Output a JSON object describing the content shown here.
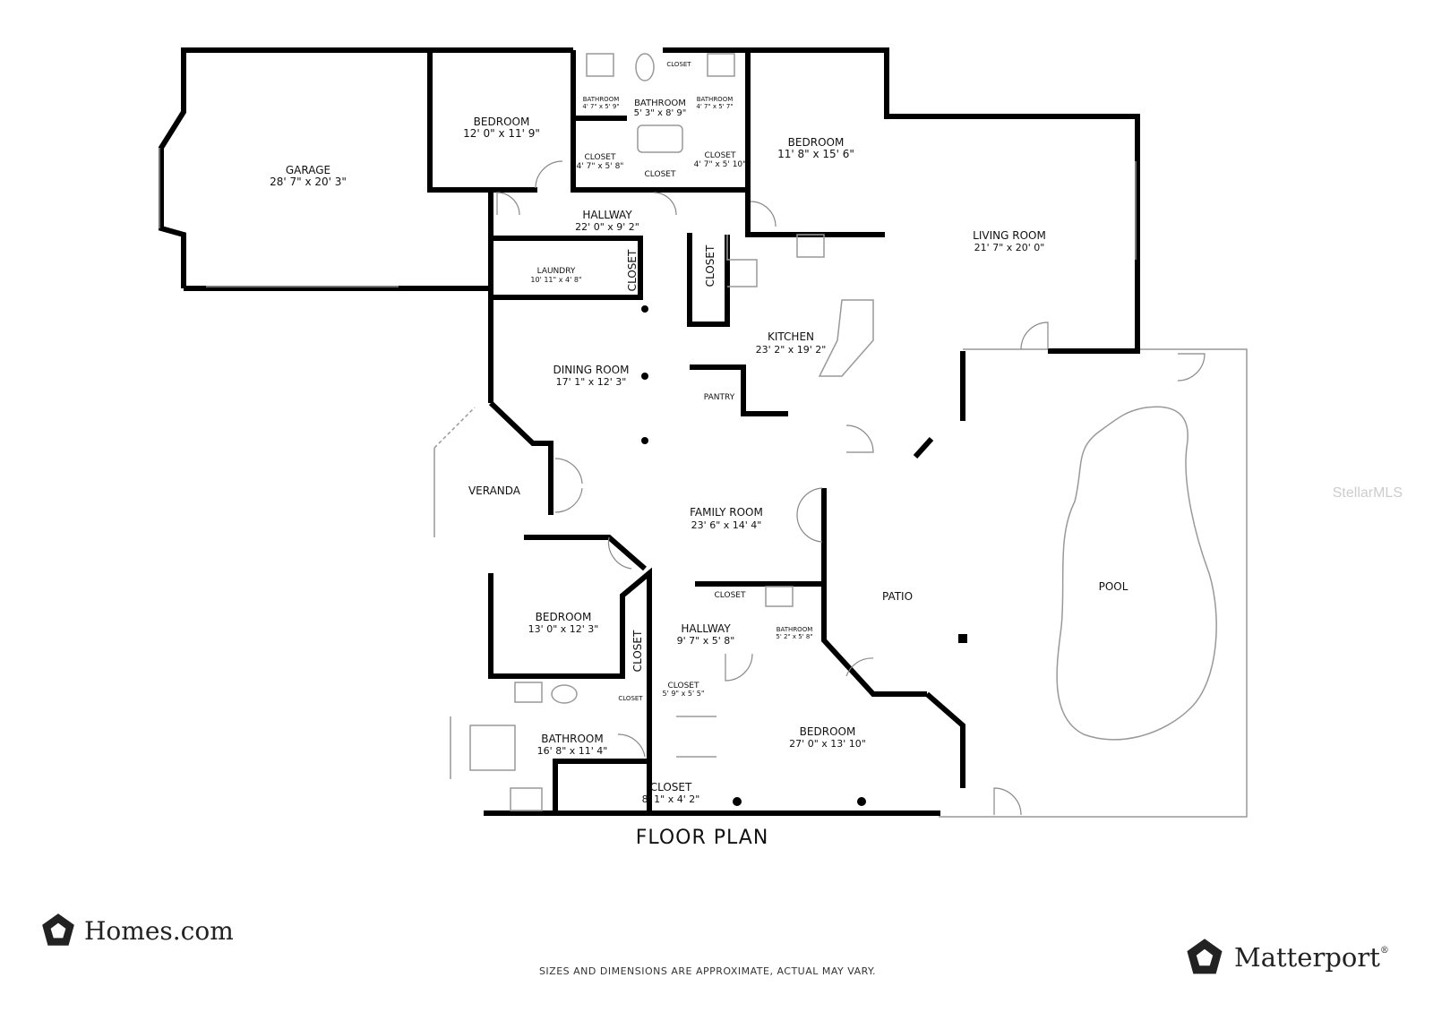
{
  "title": "FLOOR PLAN",
  "disclaimer": "SIZES AND DIMENSIONS ARE APPROXIMATE, ACTUAL MAY VARY.",
  "logos": {
    "left": "Homes.com",
    "right": "Matterport",
    "right_mark": "®",
    "watermark": "StellarMLS"
  },
  "rooms": {
    "garage": {
      "name": "GARAGE",
      "dims": "28' 7\" x 20' 3\""
    },
    "bedroom1": {
      "name": "BEDROOM",
      "dims": "12' 0\" x 11' 9\""
    },
    "bath_a": {
      "name": "BATHROOM",
      "dims": "4' 7\" x 5' 9\""
    },
    "bath_b": {
      "name": "BATHROOM",
      "dims": "5' 3\" x 8' 9\""
    },
    "bath_c": {
      "name": "BATHROOM",
      "dims": "4' 7\" x 5' 7\""
    },
    "closet_top": {
      "name": "CLOSET"
    },
    "closet_a": {
      "name": "CLOSET",
      "dims": "4' 7\" x 5' 8\""
    },
    "closet_b": {
      "name": "CLOSET"
    },
    "closet_c": {
      "name": "CLOSET",
      "dims": "4' 7\" x 5' 10\""
    },
    "bedroom2": {
      "name": "BEDROOM",
      "dims": "11' 8\" x 15' 6\""
    },
    "hallway1": {
      "name": "HALLWAY",
      "dims": "22' 0\" x 9' 2\""
    },
    "laundry": {
      "name": "LAUNDRY",
      "dims": "10' 11\" x 4' 8\""
    },
    "closet_l": {
      "name": "CLOSET"
    },
    "closet_k": {
      "name": "CLOSET"
    },
    "living": {
      "name": "LIVING ROOM",
      "dims": "21' 7\" x 20' 0\""
    },
    "kitchen": {
      "name": "KITCHEN",
      "dims": "23' 2\" x 19' 2\""
    },
    "dining": {
      "name": "DINING ROOM",
      "dims": "17' 1\" x 12' 3\""
    },
    "pantry": {
      "name": "PANTRY"
    },
    "veranda": {
      "name": "VERANDA"
    },
    "family": {
      "name": "FAMILY ROOM",
      "dims": "23' 6\" x 14' 4\""
    },
    "pool": {
      "name": "POOL"
    },
    "patio": {
      "name": "PATIO"
    },
    "bedroom3": {
      "name": "BEDROOM",
      "dims": "13' 0\" x 12' 3\""
    },
    "closet_b3": {
      "name": "CLOSET"
    },
    "closet_h": {
      "name": "CLOSET"
    },
    "hallway2": {
      "name": "HALLWAY",
      "dims": "9' 7\" x 5' 8\""
    },
    "bath_d": {
      "name": "BATHROOM",
      "dims": "5' 2\" x 5' 8\""
    },
    "closet_s": {
      "name": "CLOSET"
    },
    "closet_m": {
      "name": "CLOSET",
      "dims": "5' 9\" x 5' 5\""
    },
    "bath_master": {
      "name": "BATHROOM",
      "dims": "16' 8\" x 11' 4\""
    },
    "closet_w": {
      "name": "CLOSET",
      "dims": "8' 1\" x 4' 2\""
    },
    "bedroom4": {
      "name": "BEDROOM",
      "dims": "27' 0\" x 13' 10\""
    }
  }
}
